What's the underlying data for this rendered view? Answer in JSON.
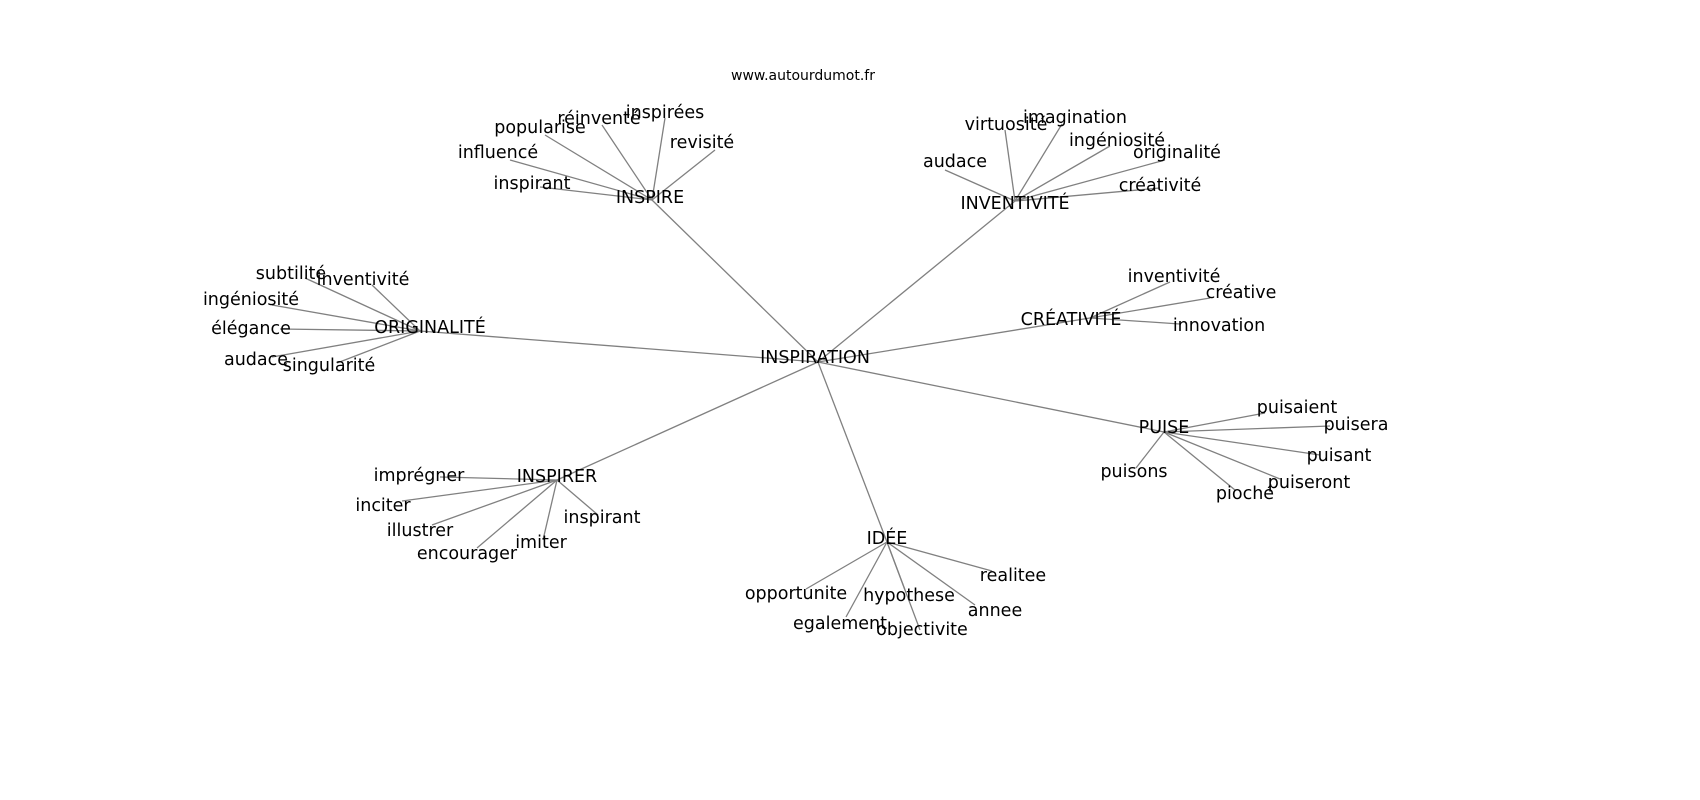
{
  "title": "www.autourdumot.fr",
  "root": "INSPIRATION",
  "groups": [
    {
      "label": "INSPIRE",
      "children": [
        "inspirant",
        "influencé",
        "popularise",
        "réinventé",
        "inspirées",
        "revisité"
      ]
    },
    {
      "label": "INVENTIVITÉ",
      "children": [
        "audace",
        "virtuosité",
        "imagination",
        "ingéniosité",
        "originalité",
        "créativité"
      ]
    },
    {
      "label": "CRÉATIVITÉ",
      "children": [
        "inventivité",
        "créative",
        "innovation"
      ]
    },
    {
      "label": "PUISE",
      "children": [
        "puisaient",
        "puisera",
        "puisant",
        "puiseront",
        "pioché",
        "puisons"
      ]
    },
    {
      "label": "IDÉE",
      "children": [
        "realitee",
        "annee",
        "objectivite",
        "hypothese",
        "egalement",
        "opportunite"
      ]
    },
    {
      "label": "INSPIRER",
      "children": [
        "imprégner",
        "inciter",
        "illustrer",
        "encourager",
        "imiter",
        "inspirant"
      ]
    },
    {
      "label": "ORIGINALITÉ",
      "children": [
        "subtilité",
        "inventivité",
        "ingéniosité",
        "élégance",
        "audace",
        "singularité"
      ]
    }
  ]
}
